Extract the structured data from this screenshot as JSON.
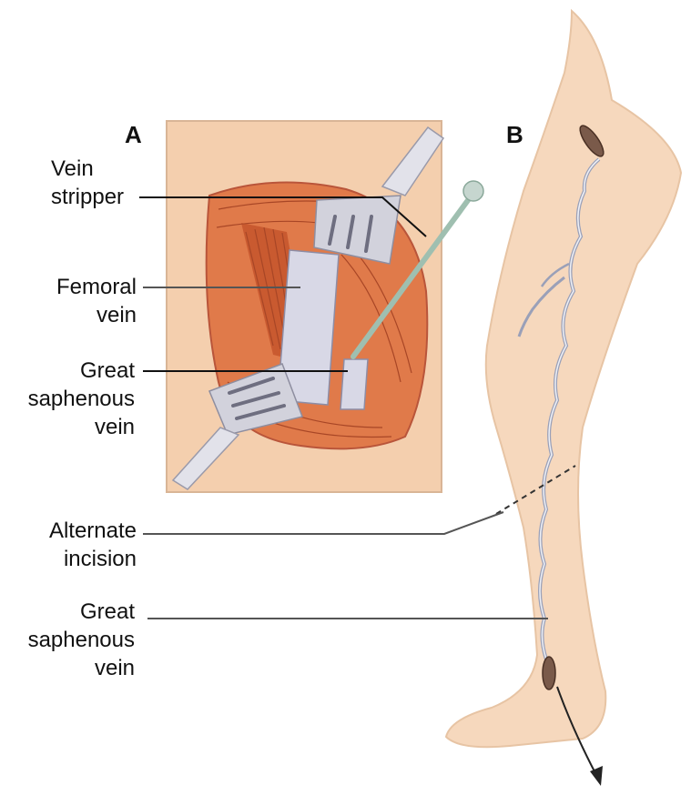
{
  "panels": {
    "a": "A",
    "b": "B"
  },
  "labels": {
    "vein_stripper": [
      "Vein",
      "stripper"
    ],
    "femoral_vein": [
      "Femoral",
      "vein"
    ],
    "great_saphenous_a": [
      "Great",
      "saphenous",
      "vein"
    ],
    "alternate_incision": [
      "Alternate",
      "incision"
    ],
    "great_saphenous_b": [
      "Great",
      "saphenous",
      "vein"
    ]
  },
  "colors": {
    "skin": "#f7d9bd",
    "skin_shadow": "#efc3a0",
    "muscle": "#d46a3c",
    "muscle_light": "#ef9e72",
    "instrument": "#c9c9d6",
    "vein": "#9aa0b8",
    "leader": "#111111"
  }
}
